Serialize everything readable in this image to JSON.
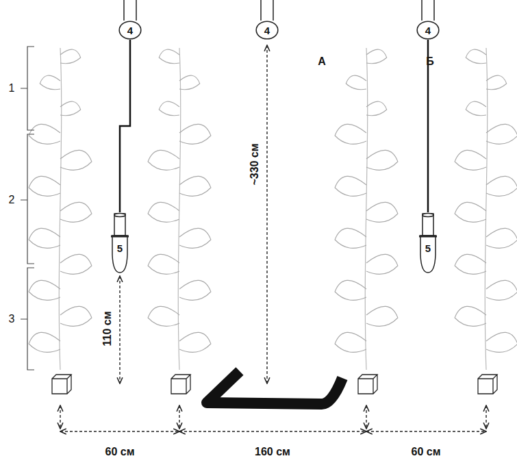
{
  "diagram": {
    "nodes": [
      {
        "text": [
          "4"
        ]
      },
      {
        "text": [
          "4"
        ]
      },
      {
        "text": [
          "4"
        ]
      },
      {
        "text": [
          "5"
        ]
      },
      {
        "text": [
          "5"
        ]
      }
    ],
    "edges": [
      {
        "from": 0,
        "to": 3,
        "arrow": "none"
      },
      {
        "from": 2,
        "to": 4,
        "arrow": "none"
      }
    ],
    "labels": [
      "1",
      "2",
      "3",
      "А",
      "Б",
      "~330 см",
      "110 см",
      "60 см",
      "160 см",
      "60 см"
    ]
  }
}
